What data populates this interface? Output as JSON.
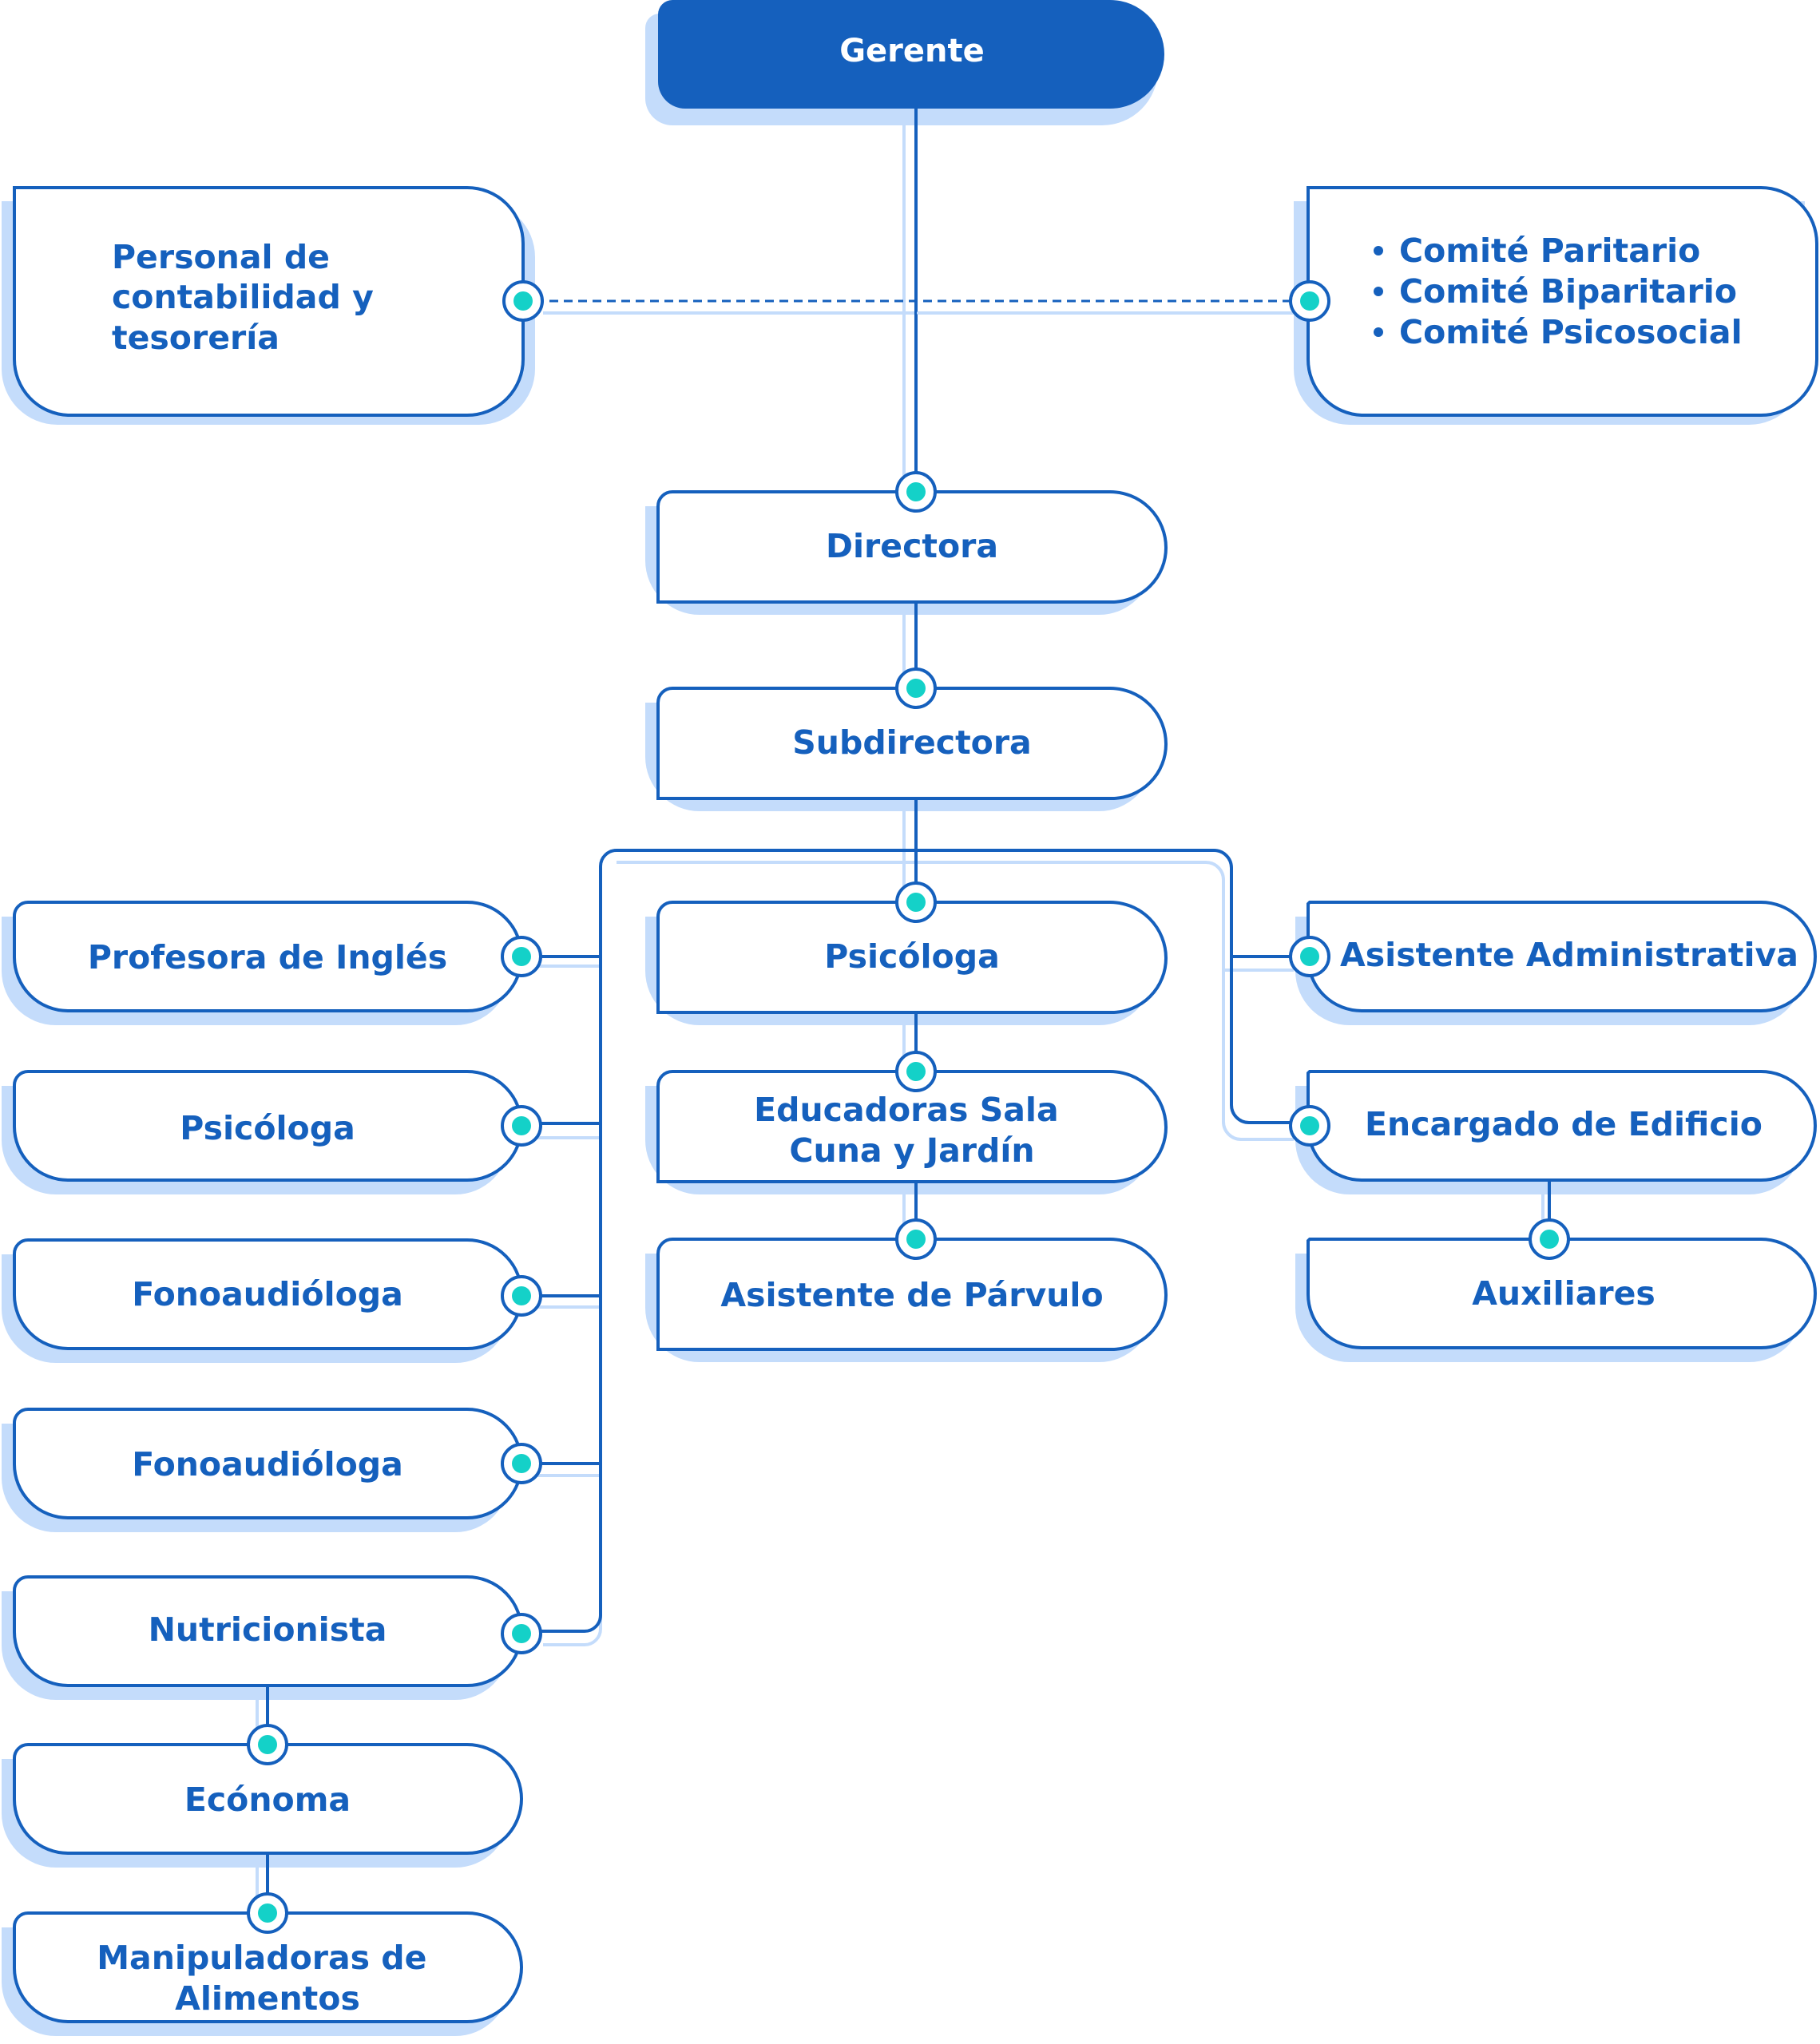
{
  "colors": {
    "primary": "#1560bd",
    "shadow": "#c4dcfb",
    "connector_dot": "#14d1c8",
    "background": "#ffffff"
  },
  "nodes": {
    "gerente": "Gerente",
    "contabilidad": [
      "Personal de",
      "contabilidad y",
      "tesorería"
    ],
    "comites": [
      "Comité Paritario",
      "Comité Biparitario",
      "Comité Psicosocial"
    ],
    "directora": "Directora",
    "subdirectora": "Subdirectora",
    "profesora_ingles": "Profesora de Inglés",
    "psicologa_left": "Psicóloga",
    "fonoaudiologa_1": "Fonoaudióloga",
    "fonoaudiologa_2": "Fonoaudióloga",
    "nutricionista": "Nutricionista",
    "economa": "Ecónoma",
    "manipuladoras": [
      "Manipuladoras de",
      "Alimentos"
    ],
    "psicologa_center": "Psicóloga",
    "educadoras": [
      "Educadoras Sala",
      "Cuna y Jardín"
    ],
    "asistente_parvulo": "Asistente de Párvulo",
    "asistente_administrativa": "Asistente Administrativa",
    "encargado_edificio": "Encargado de Edificio",
    "auxiliares": "Auxiliares"
  }
}
